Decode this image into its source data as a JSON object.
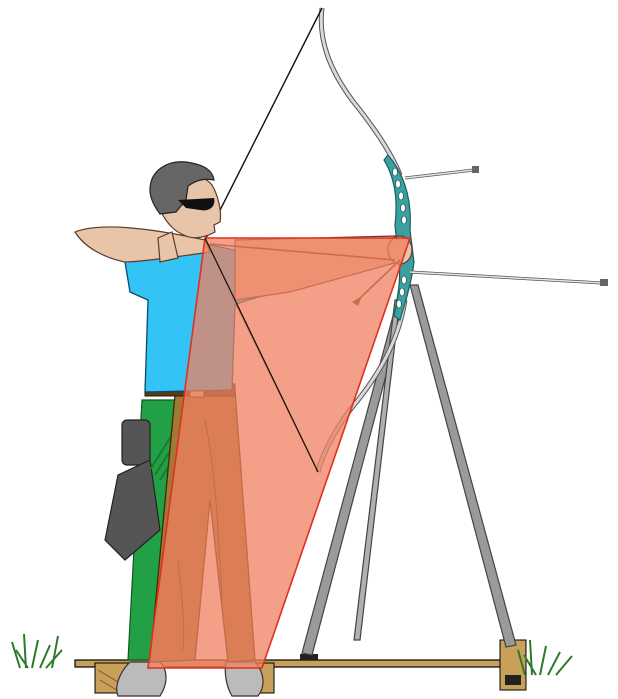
{
  "figure": {
    "subject": "archer-at-full-draw",
    "icons": [
      "archer",
      "recurve-bow",
      "bowstring",
      "arrow",
      "stabilizer",
      "bow-stand",
      "quiver",
      "grass",
      "ground-board"
    ]
  },
  "colors": {
    "shirt": "#33c4f5",
    "pants": "#a07a35",
    "quiver": "#555555",
    "green_pants": "#22a045",
    "triangle_fill": "#f08060",
    "triangle_stroke": "#e03020",
    "riser": "#3aa0a0",
    "limbs": "#cfcfcf",
    "board": "#c9a05a",
    "grass": "#2c7a2c"
  }
}
